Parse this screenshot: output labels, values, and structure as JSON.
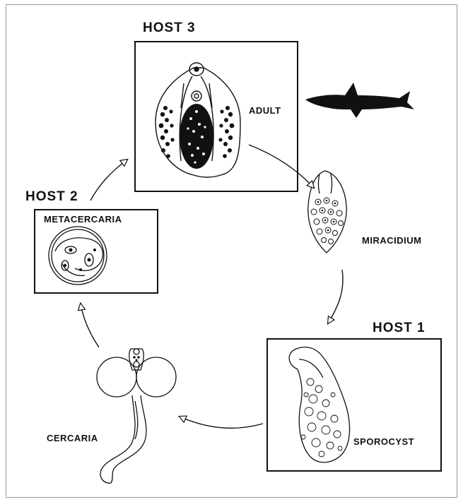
{
  "diagram": {
    "hosts": {
      "host1": "HOST 1",
      "host2": "HOST 2",
      "host3": "HOST 3"
    },
    "stages": {
      "adult": "ADULT",
      "miracidium": "MIRACIDIUM",
      "sporocyst": "SPOROCYST",
      "cercaria": "CERCARIA",
      "metacercaria": "METACERCARIA"
    },
    "icons": [
      "shark-icon",
      "adult-fluke-icon",
      "miracidium-icon",
      "sporocyst-icon",
      "cercaria-icon",
      "metacercaria-icon",
      "arrow-icon"
    ],
    "colors": {
      "ink": "#111111",
      "frame": "#9a9a9a"
    }
  }
}
